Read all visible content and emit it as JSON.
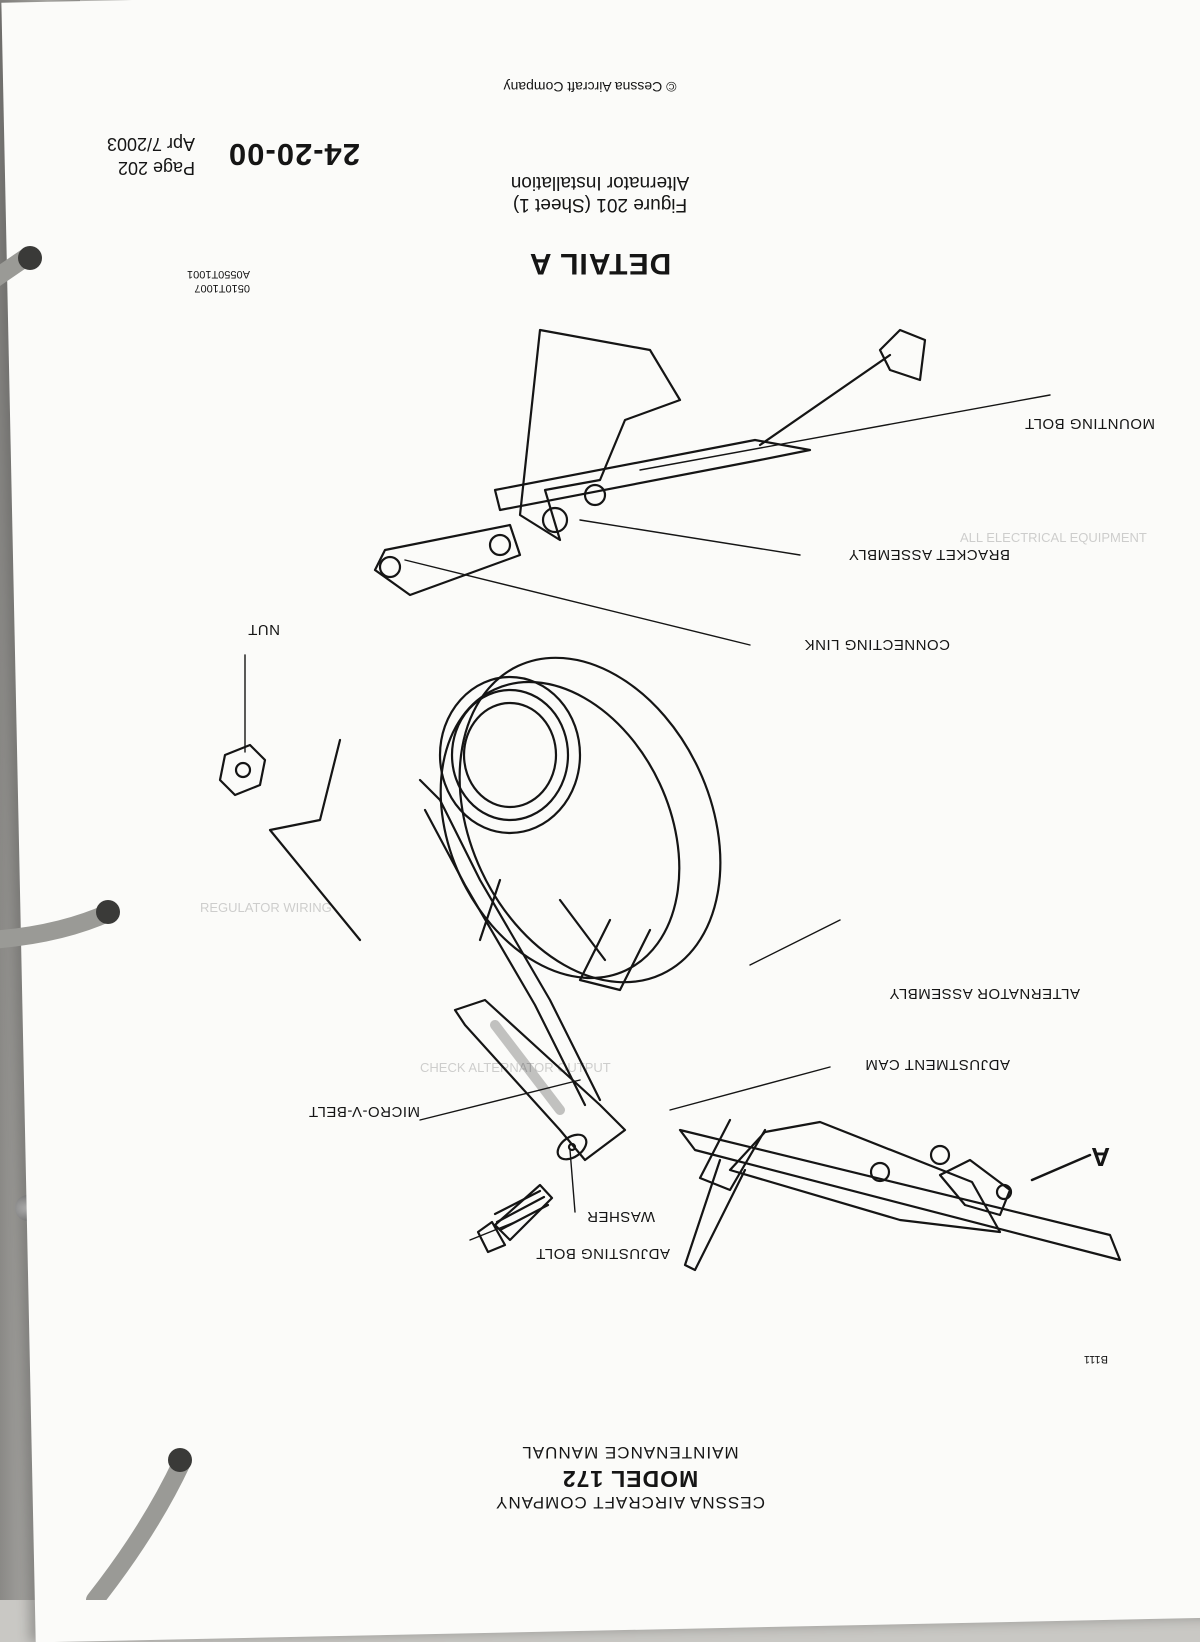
{
  "header": {
    "company": "CESSNA AIRCRAFT COMPANY",
    "model": "MODEL 172",
    "manual": "MAINTENANCE MANUAL"
  },
  "corner_mark": "B111",
  "drawing_codes": [
    "0510T1007",
    "A0550T1001"
  ],
  "detail_label": "DETAIL A",
  "callout_letter": "A",
  "figure": {
    "title": "Alternator Installation",
    "number": "Figure 201 (Sheet 1)"
  },
  "labels": {
    "adjusting_bolt": "ADJUSTING BOLT",
    "washer": "WASHER",
    "micro_v_belt": "MICRO-V-BELT",
    "adjustment_cam": "ADJUSTMENT CAM",
    "alternator_assembly": "ALTERNATOR ASSEMBLY",
    "nut": "NUT",
    "connecting_link": "CONNECTING LINK",
    "bracket_assembly": "BRACKET ASSEMBLY",
    "mounting_bolt": "MOUNTING BOLT"
  },
  "footer": {
    "copyright": "© Cessna Aircraft Company",
    "page_number": "24-20-00",
    "page": "Page 202",
    "date": "Apr 7/2003"
  },
  "colors": {
    "paper": "#fbfbf9",
    "ink": "#151515",
    "ring": "#9a9a96"
  }
}
